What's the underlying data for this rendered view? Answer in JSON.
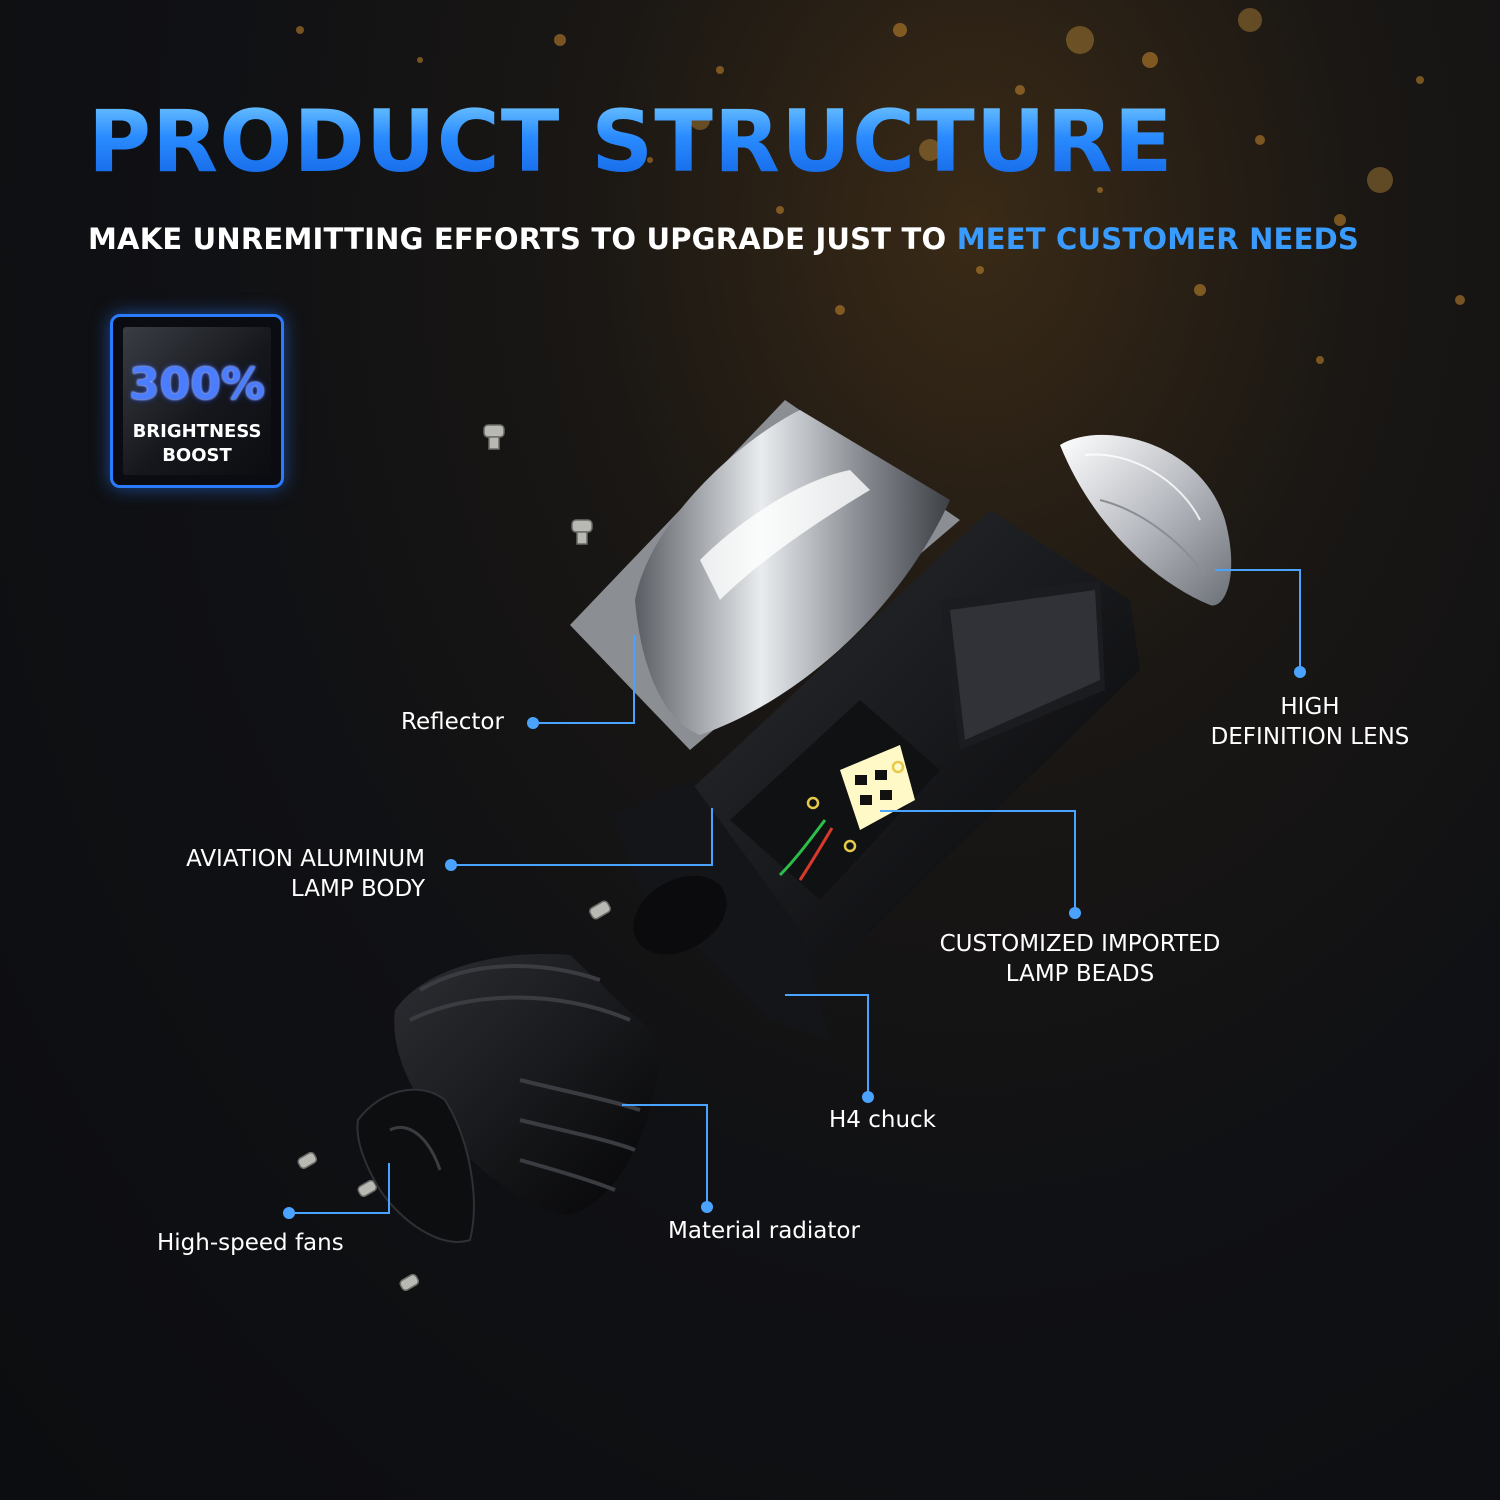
{
  "header": {
    "title": "PRODUCT STRUCTURE",
    "subtitle_plain": "MAKE UNREMITTING EFFORTS TO UPGRADE JUST TO ",
    "subtitle_highlight": "MEET CUSTOMER NEEDS"
  },
  "badge": {
    "percent": "300%",
    "line1": "BRIGHTNESS",
    "line2": "BOOST"
  },
  "labels": {
    "reflector": "Reflector",
    "lens_1": "HIGH",
    "lens_2": "DEFINITION LENS",
    "body_1": "AVIATION ALUMINUM",
    "body_2": "LAMP BODY",
    "beads_1": "CUSTOMIZED IMPORTED",
    "beads_2": "LAMP BEADS",
    "chuck": "H4 chuck",
    "radiator": "Material radiator",
    "fans": "High-speed fans"
  },
  "colors": {
    "accent": "#3a9bff",
    "leader": "#4aa3ff",
    "background": "#0e0f12"
  }
}
